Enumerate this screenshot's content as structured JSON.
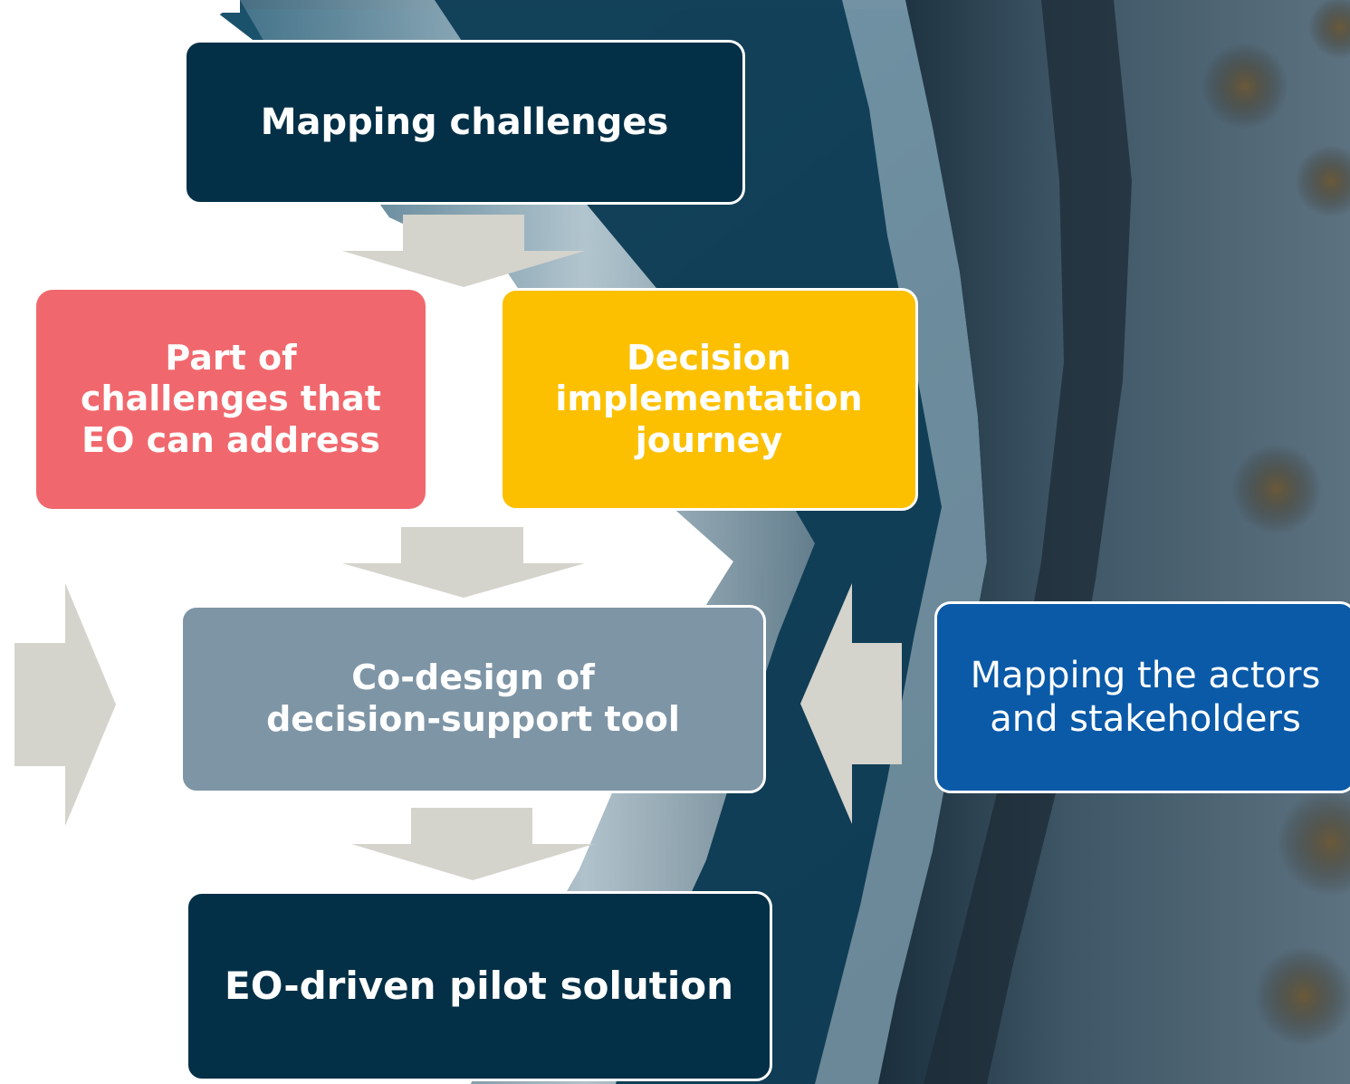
{
  "colors": {
    "navy": "#033047",
    "coral": "#F0686D",
    "yellow": "#FCC000",
    "slate": "#7E95A6",
    "blue": "#0A5AA8",
    "arrow": "#D4D3CC",
    "ocean_dark": "#0F3A52",
    "shore": "#3E5666"
  },
  "boxes": {
    "mapping_challenges": "Mapping challenges",
    "part_of_challenges": "Part of\nchallenges that\nEO can address",
    "decision_journey": "Decision\nimplementation\njourney",
    "co_design": "Co-design of\ndecision-support tool",
    "actors": "Mapping the actors\nand stakeholders",
    "eo_pilot": "EO-driven pilot solution"
  },
  "arrows": [
    "arrow-down",
    "arrow-down",
    "arrow-down",
    "arrow-right",
    "arrow-left"
  ]
}
